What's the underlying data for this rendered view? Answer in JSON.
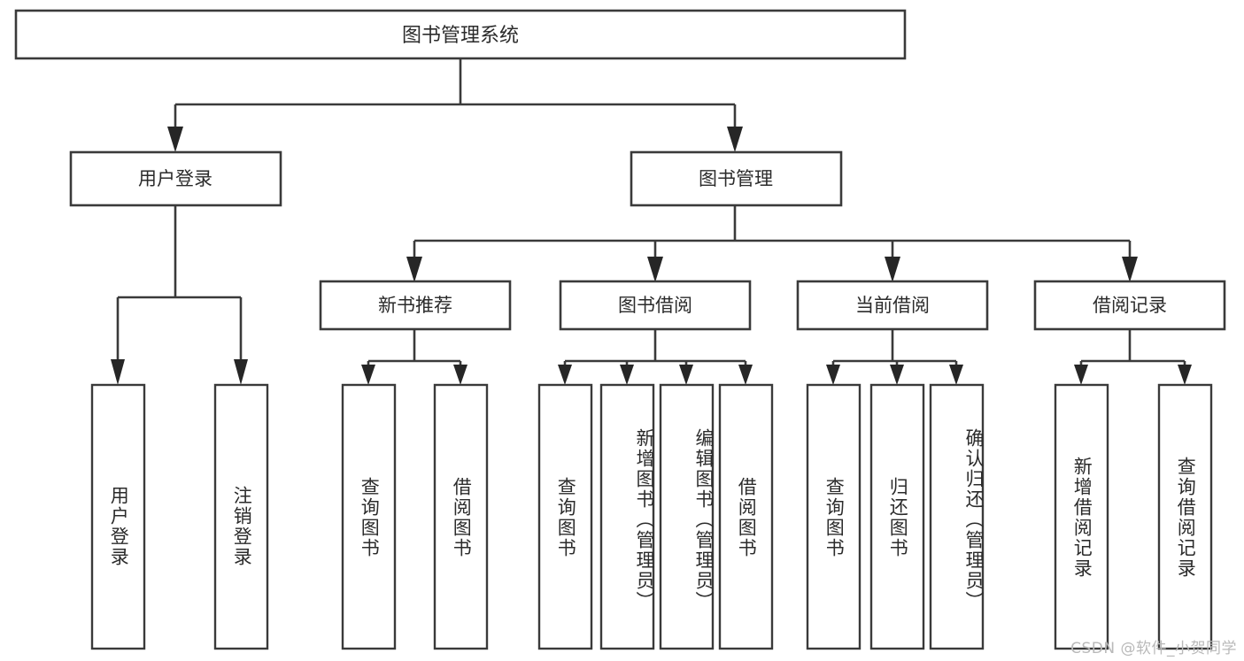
{
  "diagram": {
    "type": "tree",
    "title": "图书管理系统",
    "orientation": "top-down",
    "background_color": "#ffffff",
    "box_stroke_color": "#3a3a3a",
    "text_color": "#2b2b2b",
    "arrow_color": "#262626",
    "nodes": {
      "root": {
        "label": "图书管理系统"
      },
      "level1": [
        {
          "id": "user-login",
          "label": "用户登录"
        },
        {
          "id": "book-manage",
          "label": "图书管理"
        }
      ],
      "level2": [
        {
          "id": "new-book-recommend",
          "label": "新书推荐",
          "parent": "book-manage"
        },
        {
          "id": "book-borrow",
          "label": "图书借阅",
          "parent": "book-manage"
        },
        {
          "id": "current-borrow",
          "label": "当前借阅",
          "parent": "book-manage"
        },
        {
          "id": "borrow-record",
          "label": "借阅记录",
          "parent": "book-manage"
        }
      ],
      "leaves": [
        {
          "id": "leaf-user-login",
          "label": "用户登录",
          "parent": "user-login"
        },
        {
          "id": "leaf-logout-login",
          "label": "注销登录",
          "parent": "user-login"
        },
        {
          "id": "leaf-query-book-1",
          "label": "查询图书",
          "parent": "new-book-recommend"
        },
        {
          "id": "leaf-borrow-book-1",
          "label": "借阅图书",
          "parent": "new-book-recommend"
        },
        {
          "id": "leaf-query-book-2",
          "label": "查询图书",
          "parent": "book-borrow"
        },
        {
          "id": "leaf-add-book",
          "label": "新增图书（管理员）",
          "parent": "book-borrow"
        },
        {
          "id": "leaf-edit-book",
          "label": "编辑图书（管理员）",
          "parent": "book-borrow"
        },
        {
          "id": "leaf-borrow-book-2",
          "label": "借阅图书",
          "parent": "book-borrow"
        },
        {
          "id": "leaf-query-book-3",
          "label": "查询图书",
          "parent": "current-borrow"
        },
        {
          "id": "leaf-return-book",
          "label": "归还图书",
          "parent": "current-borrow"
        },
        {
          "id": "leaf-confirm-return",
          "label": "确认归还（管理员）",
          "parent": "current-borrow"
        },
        {
          "id": "leaf-add-record",
          "label": "新增借阅记录",
          "parent": "borrow-record"
        },
        {
          "id": "leaf-query-record",
          "label": "查询借阅记录",
          "parent": "borrow-record"
        }
      ]
    }
  },
  "watermark": {
    "text": "CSDN @软件_小贺同学"
  }
}
